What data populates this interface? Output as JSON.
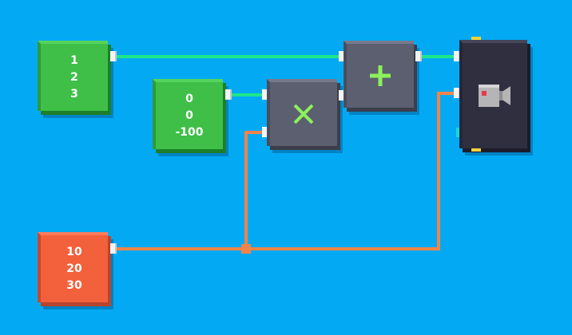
{
  "nodes": {
    "vector_a": {
      "values": [
        "1",
        "2",
        "3"
      ],
      "color": "#3fbf48"
    },
    "vector_b": {
      "values": [
        "0",
        "0",
        "-100"
      ],
      "color": "#3fbf48"
    },
    "vector_c": {
      "values": [
        "10",
        "20",
        "30"
      ],
      "color": "#f2603c"
    },
    "multiply": {
      "symbol": "×",
      "icon": "multiply-icon",
      "color": "#8cf05a"
    },
    "add": {
      "symbol": "+",
      "icon": "plus-icon",
      "color": "#8cf05a"
    },
    "camera": {
      "icon": "camera-icon"
    }
  },
  "colors": {
    "background": "#03aaf3",
    "wire_green": "#1ee68c",
    "wire_orange": "#f0844a"
  }
}
